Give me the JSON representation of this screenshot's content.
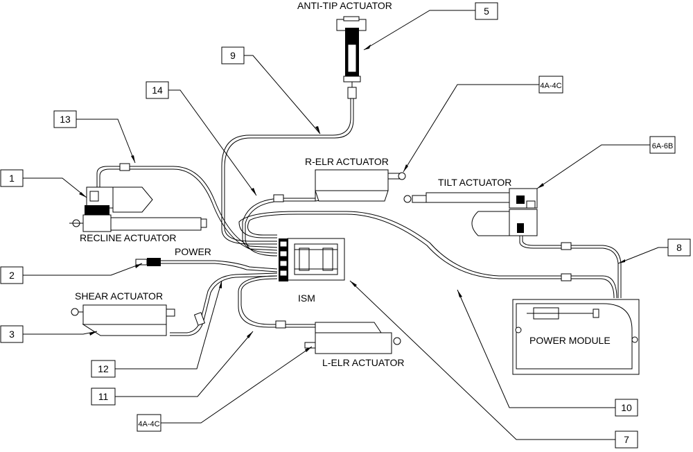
{
  "labels": {
    "anti_tip": "ANTI-TIP ACTUATOR",
    "r_elr": "R-ELR ACTUATOR",
    "tilt": "TILT ACTUATOR",
    "recline": "RECLINE ACTUATOR",
    "power": "POWER",
    "shear": "SHEAR ACTUATOR",
    "ism": "ISM",
    "power_module": "POWER MODULE",
    "l_elr": "L-ELR ACTUATOR"
  },
  "callouts": {
    "c1": "1",
    "c2": "2",
    "c3": "3",
    "c4a4c_top": "4A-4C",
    "c4a4c_bottom": "4A-4C",
    "c5": "5",
    "c6a6b": "6A-6B",
    "c7": "7",
    "c8": "8",
    "c9": "9",
    "c10": "10",
    "c11": "11",
    "c12": "12",
    "c13": "13",
    "c14": "14"
  }
}
